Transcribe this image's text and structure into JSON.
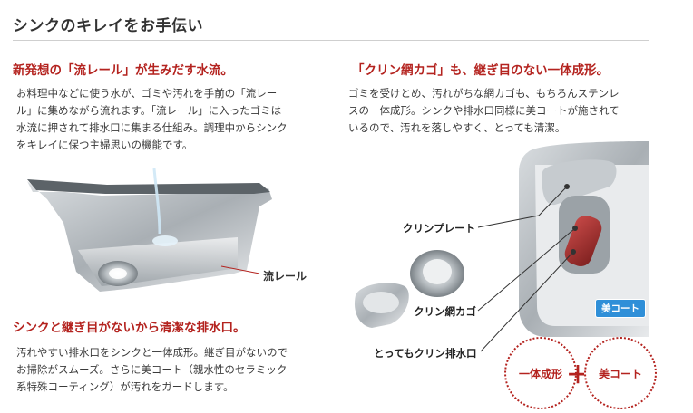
{
  "header": {
    "title": "シンクのキレイをお手伝い"
  },
  "section_left_top": {
    "heading": "新発想の「流レール」が生みだす水流。",
    "lines": [
      "お料理中などに使う水が、ゴミや汚れを手前の「流レー",
      "ル」に集めながら流れます。「流レール」に入ったゴミは",
      "水流に押されて排水口に集まる仕組み。調理中からシンク",
      "をキレイに保つ主婦思いの機能です。"
    ],
    "figure_label": "流レール"
  },
  "section_left_bottom": {
    "heading": "シンクと継ぎ目がないから清潔な排水口。",
    "lines": [
      "汚れやすい排水口をシンクと一体成形。継ぎ目がないので",
      "お掃除がスムーズ。さらに美コート（親水性のセラミック",
      "系特殊コーティング）が汚れをガードします。"
    ]
  },
  "section_right": {
    "heading": "「クリン網カゴ」も、継ぎ目のない一体成形。",
    "lines": [
      "ゴミを受けとめ、汚れがちな網カゴも、もちろんステンレ",
      "スの一体成形。シンクや排水口同様に美コートが施されて",
      "いるので、汚れを落しやすく、とっても清潔。"
    ],
    "callouts": [
      "クリンプレート",
      "クリン網カゴ",
      "とってもクリン排水口"
    ],
    "badge": "美コート",
    "feature_left": "一体成形",
    "plus": "＋",
    "feature_right": "美コート"
  }
}
